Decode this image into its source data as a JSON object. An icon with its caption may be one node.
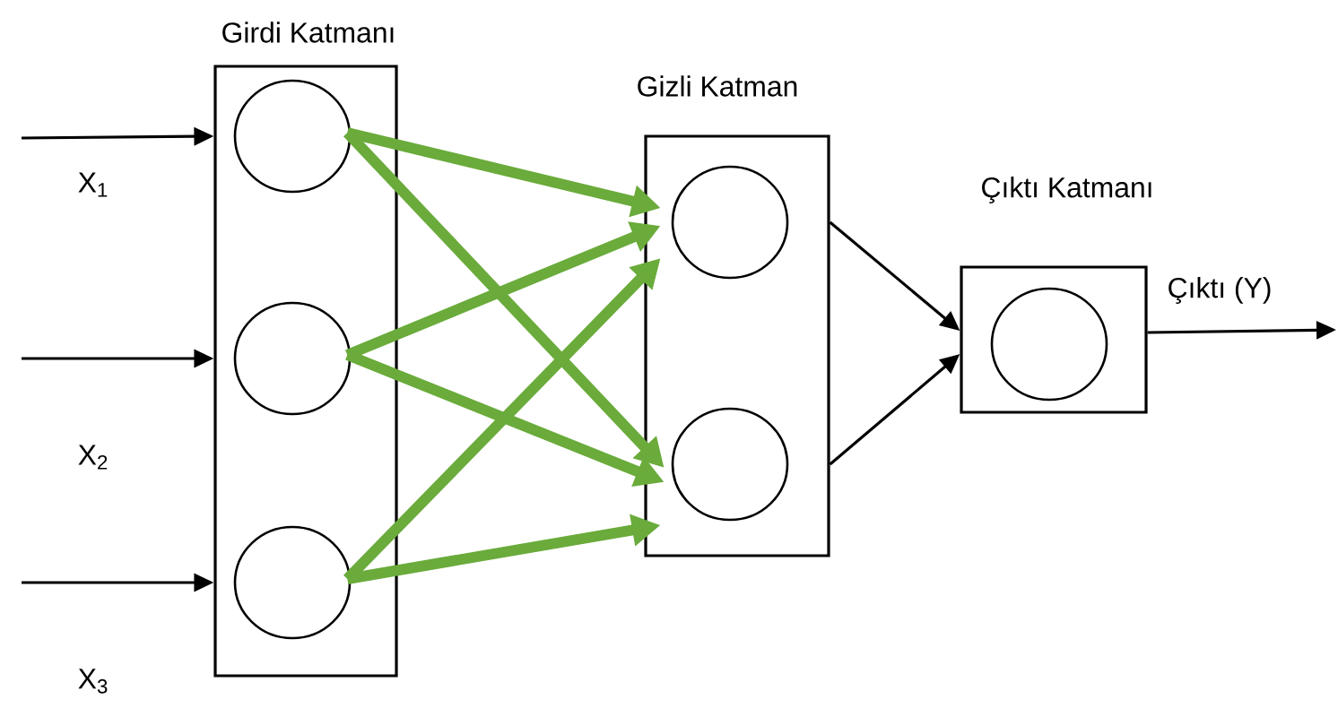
{
  "diagram": {
    "nodes": [
      {
        "text": [
          "Girdi Katmanı"
        ]
      },
      {
        "text": [],
        "shape": "circle",
        "in": 0
      },
      {
        "text": [],
        "shape": "circle",
        "in": 0
      },
      {
        "text": [],
        "shape": "circle",
        "in": 0
      },
      {
        "text": [
          "Gizli Katman"
        ]
      },
      {
        "text": [],
        "shape": "circle",
        "in": 4
      },
      {
        "text": [],
        "shape": "circle",
        "in": 4
      },
      {
        "text": [
          "Çıktı Katmanı"
        ]
      },
      {
        "text": [],
        "shape": "circle",
        "in": 7
      }
    ],
    "edges": [
      {
        "from": null,
        "to": 1,
        "arrow": "to",
        "label": "X$_{1}$"
      },
      {
        "from": null,
        "to": 2,
        "arrow": "to",
        "label": "X$_{2}$"
      },
      {
        "from": null,
        "to": 3,
        "arrow": "to",
        "label": "X$_{3}$"
      },
      {
        "from": 1,
        "to": 5,
        "arrow": "to",
        "style": "thick",
        "color": "#6aab3b"
      },
      {
        "from": 1,
        "to": 6,
        "arrow": "to",
        "style": "thick",
        "color": "#6aab3b"
      },
      {
        "from": 2,
        "to": 5,
        "arrow": "to",
        "style": "thick",
        "color": "#6aab3b"
      },
      {
        "from": 2,
        "to": 6,
        "arrow": "to",
        "style": "thick",
        "color": "#6aab3b"
      },
      {
        "from": 3,
        "to": 5,
        "arrow": "to",
        "style": "thick",
        "color": "#6aab3b"
      },
      {
        "from": 3,
        "to": 6,
        "arrow": "to",
        "style": "thick",
        "color": "#6aab3b"
      },
      {
        "from": 4,
        "to": 7,
        "arrow": "to"
      },
      {
        "from": 4,
        "to": 7,
        "arrow": "to"
      },
      {
        "from": 7,
        "to": null,
        "arrow": "to",
        "label": "Çıktı (Y)"
      }
    ]
  }
}
